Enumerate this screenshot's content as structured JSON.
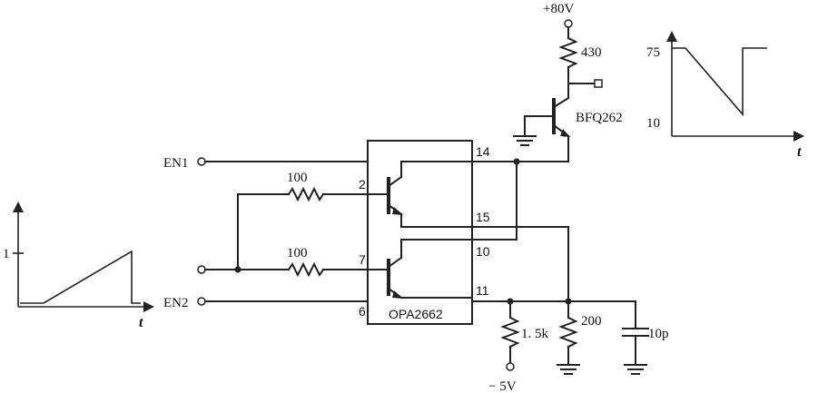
{
  "supply": {
    "pos": "+80V",
    "neg": "− 5V"
  },
  "resistors": {
    "r_collector": "430",
    "r_in1": "100",
    "r_in2": "100",
    "r_pulldown": "1. 5k",
    "r_load": "200"
  },
  "capacitor": {
    "c_load": "10p"
  },
  "transistor": {
    "name": "BFQ262"
  },
  "ic": {
    "name": "OPA2662"
  },
  "pins": {
    "p2": "2",
    "p7": "7",
    "p6": "6",
    "p14": "14",
    "p15": "15",
    "p10": "10",
    "p11": "11"
  },
  "terminals": {
    "en1": "EN1",
    "en2": "EN2"
  },
  "input_wave": {
    "y_tick": "1",
    "x_label": "t"
  },
  "output_wave": {
    "y_top": "75",
    "y_bottom": "10",
    "x_label": "t"
  }
}
